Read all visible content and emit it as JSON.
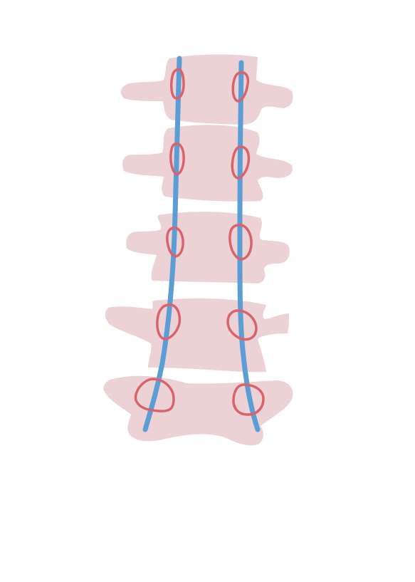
{
  "diagram": {
    "subject": "lumbar-spine-schematic",
    "colors": {
      "vertebra_fill": "#ecd2d5",
      "pedicle_stroke": "#d9636b",
      "line_stroke": "#5b9ed6",
      "background": "#ffffff"
    },
    "vertebrae": [
      {
        "name": "vertebra-1"
      },
      {
        "name": "vertebra-2"
      },
      {
        "name": "vertebra-3"
      },
      {
        "name": "vertebra-4"
      },
      {
        "name": "vertebra-5"
      }
    ],
    "guide_lines": [
      {
        "name": "left-line"
      },
      {
        "name": "right-line"
      }
    ]
  }
}
